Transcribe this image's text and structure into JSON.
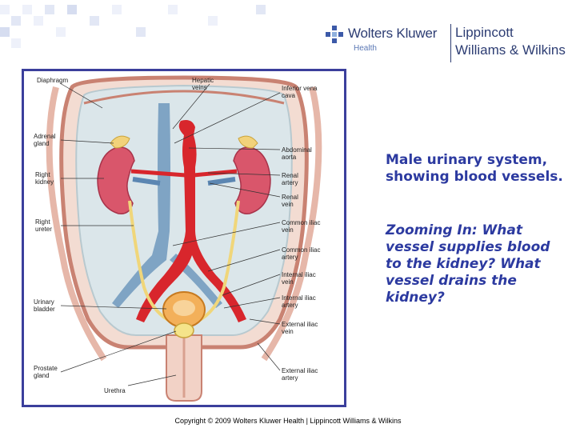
{
  "header": {
    "brand_primary": "Wolters Kluwer",
    "brand_sub": "Health",
    "brand_secondary_line1": "Lippincott",
    "brand_secondary_line2": "Williams & Wilkins"
  },
  "figure": {
    "labels_left": [
      "Diaphragm",
      "Adrenal gland",
      "Right kidney",
      "Right ureter",
      "Urinary bladder",
      "Prostate gland",
      "Urethra"
    ],
    "labels_top": [
      "Hepatic veins"
    ],
    "labels_right": [
      "Inferior vena cava",
      "Abdominal aorta",
      "Renal artery",
      "Renal vein",
      "Common iliac vein",
      "Common iliac artery",
      "Internal iliac vein",
      "Internal iliac artery",
      "External iliac vein",
      "External iliac artery"
    ]
  },
  "caption": "Male urinary system, showing blood vessels.",
  "question": "Zooming In: What vessel supplies blood to the kidney? What vessel drains the kidney?",
  "copyright": "Copyright © 2009 Wolters Kluwer Health | Lippincott Williams & Wilkins",
  "colors": {
    "caption_text": "#2c3aa0",
    "frame_border": "#3b3f9c",
    "brand_navy": "#2d3d73"
  }
}
